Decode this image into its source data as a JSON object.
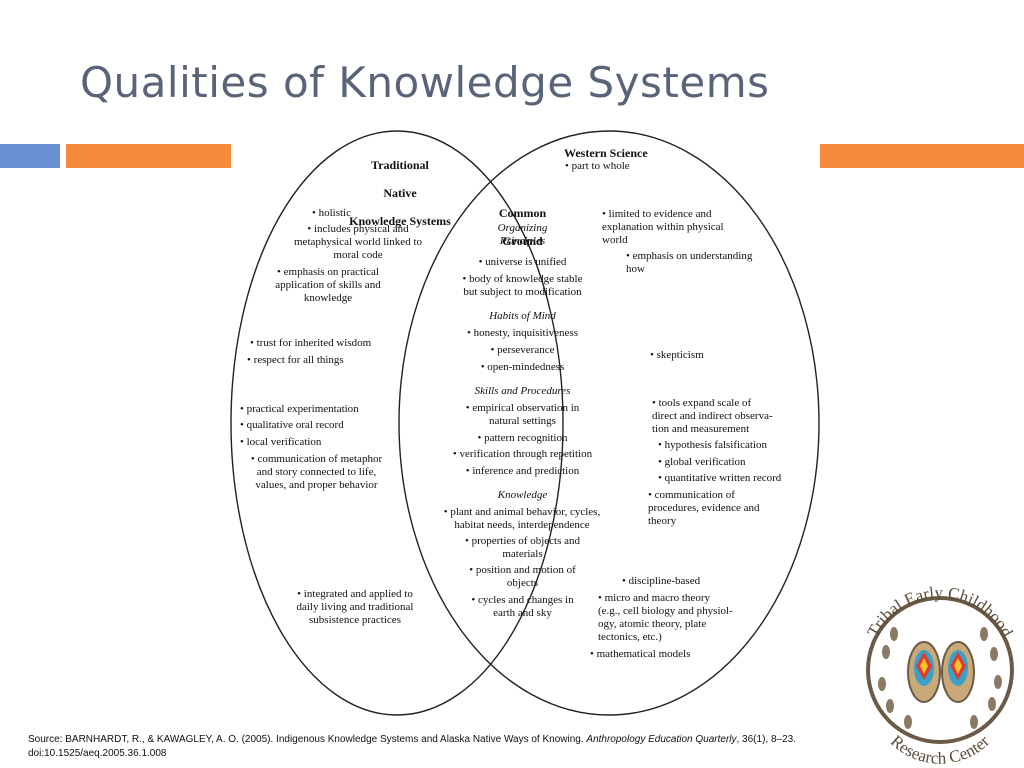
{
  "slide": {
    "title": "Qualities of Knowledge Systems"
  },
  "venn": {
    "left_heading": [
      "Traditional",
      "Native",
      "Knowledge Systems"
    ],
    "right_heading": "Western Science",
    "center_heading": [
      "Common",
      "Ground"
    ],
    "left_items": [
      "• holistic",
      "• includes physical and\nmetaphysical world linked to\nmoral code",
      "• emphasis on practical\napplication of skills and\nknowledge",
      "• trust for inherited wisdom",
      "• respect for all things",
      "• practical experimentation",
      "• qualitative oral record",
      "• local verification",
      "• communication of metaphor\nand story connected to life,\nvalues, and proper behavior",
      "• integrated and applied to\ndaily living and traditional\nsubsistence practices"
    ],
    "right_items": [
      "• part to whole",
      "• limited to evidence and\nexplanation within physical\nworld",
      "• emphasis on understanding\nhow",
      "• skepticism",
      "• tools expand scale of\ndirect and indirect observa-\ntion and measurement",
      "• hypothesis falsification",
      "• global verification",
      "• quantitative written record",
      "• communication of\nprocedures, evidence and\ntheory",
      "• discipline-based",
      "• micro and macro theory\n(e.g., cell biology and physiol-\nogy, atomic theory, plate\ntectonics, etc.)",
      "• mathematical models"
    ],
    "center_sections": [
      {
        "heading": "Organizing\nPrinciples",
        "items": [
          "• universe is unified",
          "• body of knowledge stable\nbut subject to modification"
        ]
      },
      {
        "heading": "Habits of Mind",
        "items": [
          "• honesty, inquisitiveness",
          "• perseverance",
          "• open-mindedness"
        ]
      },
      {
        "heading": "Skills and Procedures",
        "items": [
          "• empirical observation in\nnatural settings",
          "• pattern recognition",
          "• verification through repetition",
          "• inference and prediction"
        ]
      },
      {
        "heading": "Knowledge",
        "items": [
          "• plant and animal behavior, cycles,\nhabitat needs, interdependence",
          "• properties of objects and\nmaterials",
          "• position and motion of\nobjects",
          "• cycles and changes in\nearth and sky"
        ]
      }
    ]
  },
  "source": {
    "prefix": "Source: BARNHARDT, R., & KAWAGLEY, A. O. (2005). Indigenous Knowledge Systems and Alaska Native Ways of Knowing. ",
    "journal": "Anthropology  Education Quarterly",
    "suffix": ", 36(1), 8–23.",
    "doi": "doi:10.1525/aeq.2005.36.1.008"
  },
  "logo": {
    "top_text": "Tribal Early Childhood",
    "bottom_text": "Research Center"
  },
  "colors": {
    "title": "#5a6479",
    "accent_blue": "#6a8fd1",
    "accent_orange": "#f58a3b",
    "logo_brown": "#6b5a45"
  }
}
